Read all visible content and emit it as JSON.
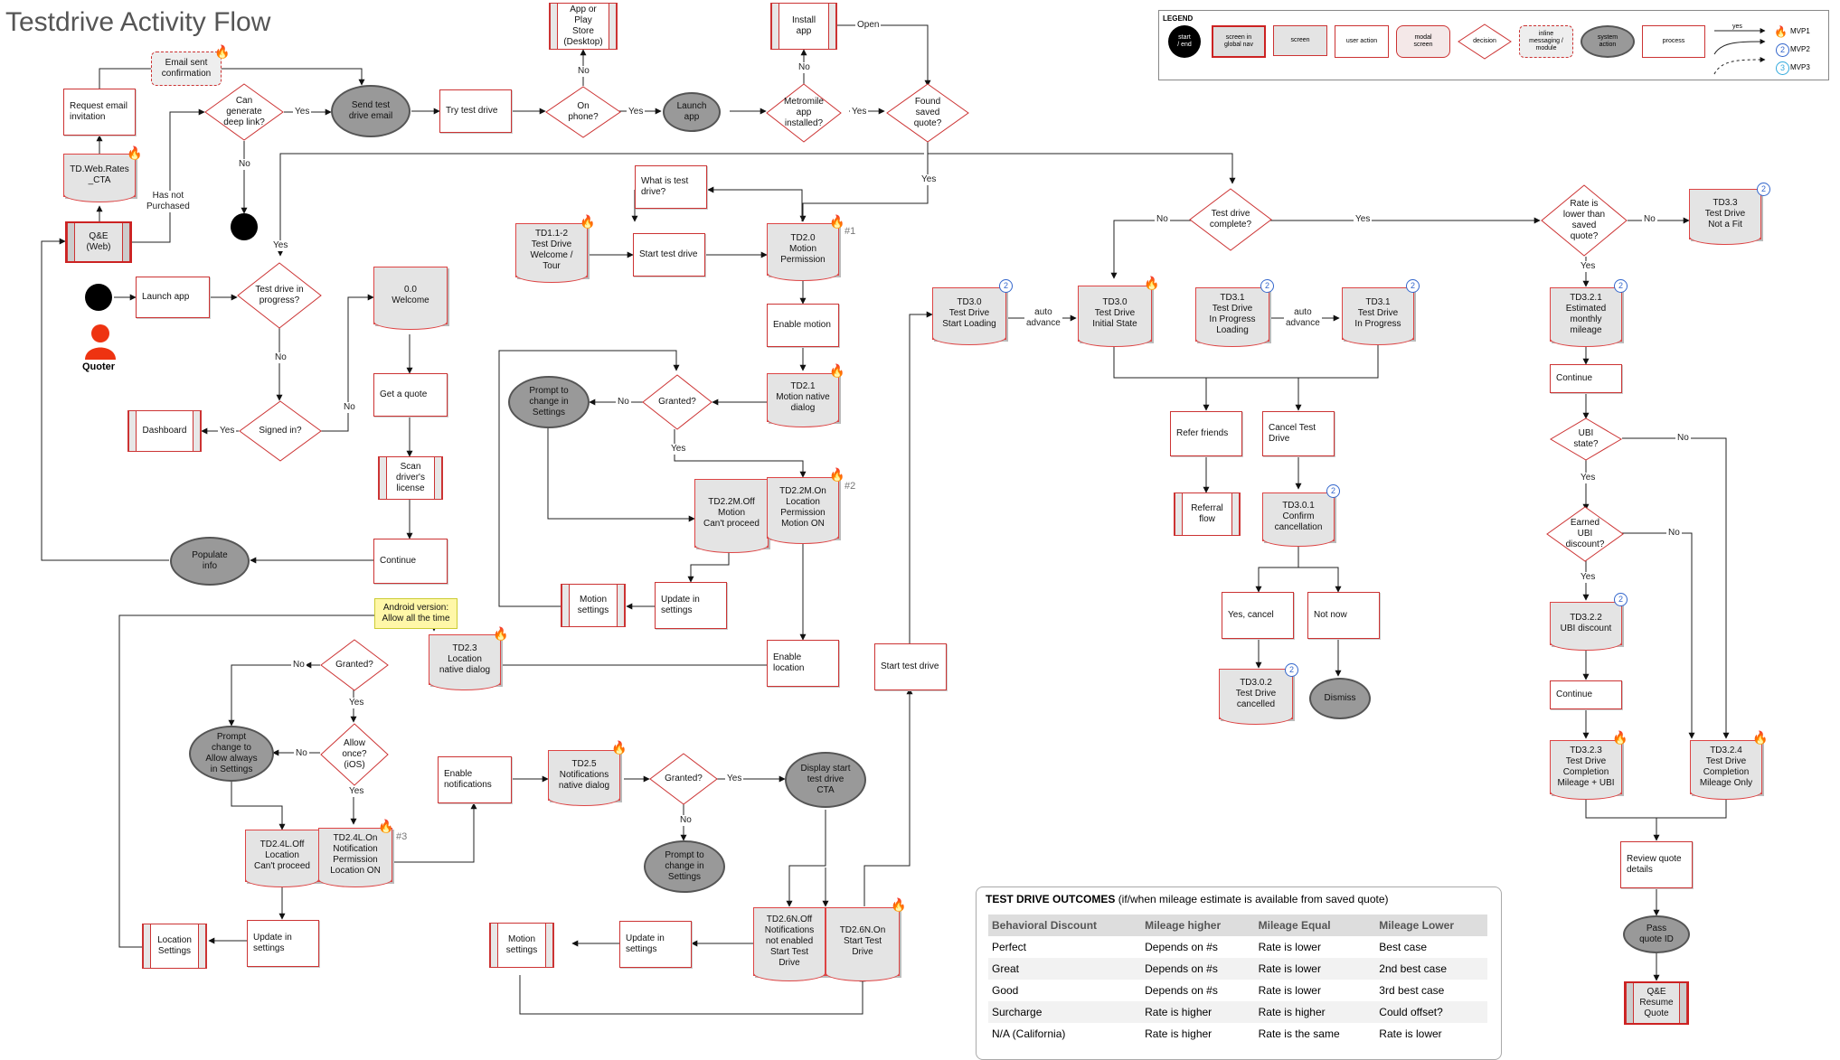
{
  "title": "Testdrive Activity Flow",
  "legend": {
    "heading": "LEGEND",
    "start_end": "start\n/ end",
    "screen_gnav": "screen in\nglobal nav",
    "screen": "screen",
    "user_action": "user action",
    "modal": "modal\nscreen",
    "decision": "decision",
    "inline": "inline\nmessaging /\nmodule",
    "system": "system\naction",
    "process": "process",
    "yes": "yes",
    "mvp1": "MVP1",
    "mvp2": "MVP2",
    "mvp3": "MVP3",
    "badge2": "2",
    "badge3": "3"
  },
  "actor": "Quoter",
  "badge": "2",
  "nodes": {
    "request_email": "Request email\ninvitation",
    "email_sent": "Email sent\nconfirmation",
    "can_generate": "Can\ngenerate\ndeep link?",
    "send_test_email": "Send test\ndrive email",
    "try_test_drive": "Try test drive",
    "on_phone": "On\nphone?",
    "app_store": "App or\nPlay\nStore\n(Desktop)",
    "launch_app_top": "Launch\napp",
    "metromile_installed": "Metromile\napp\ninstalled?",
    "install_app": "Install\napp",
    "found_saved": "Found\nsaved\nquote?",
    "td_web_rates": "TD.Web.Rates\n_CTA",
    "qe_web": "Q&E\n(Web)",
    "launch_app": "Launch app",
    "td_in_progress": "Test drive in\nprogress?",
    "welcome": "0.0\nWelcome",
    "get_quote": "Get a quote",
    "scan_license": "Scan\ndriver's\nlicense",
    "continue_left": "Continue",
    "populate_info": "Populate\ninfo",
    "dashboard": "Dashboard",
    "signed_in": "Signed in?",
    "what_is_td": "What is test\ndrive?",
    "td11": "TD1.1-2\nTest Drive\nWelcome /\nTour",
    "start_td_small": "Start test drive",
    "td20": "TD2.0\nMotion\nPermission",
    "enable_motion": "Enable motion",
    "td21": "TD2.1\nMotion native\ndialog",
    "granted_motion": "Granted?",
    "prompt_motion_settings": "Prompt to\nchange in\nSettings",
    "td22m_off": "TD2.2M.Off\nMotion\nCan't proceed",
    "td22m_on": "TD2.2M.On\nLocation\nPermission\nMotion ON",
    "motion_settings_mid": "Motion\nsettings",
    "update_settings_mid": "Update in\nsettings",
    "enable_location": "Enable\nlocation",
    "android_note": "Android version:\nAllow all the time",
    "td23": "TD2.3\nLocation\nnative dialog",
    "granted_loc": "Granted?",
    "allow_once": "Allow\nonce?\n(iOS)",
    "prompt_allow_always": "Prompt\nchange to\nAllow always\nin Settings",
    "td24l_off": "TD2.4L.Off\nLocation\nCan't proceed",
    "td24l_on": "TD2.4L.On\nNotification\nPermission\nLocation ON",
    "update_settings_loc": "Update in\nsettings",
    "location_settings": "Location\nSettings",
    "enable_notifications": "Enable\nnotifications",
    "td25": "TD2.5\nNotifications\nnative dialog",
    "granted_notif": "Granted?",
    "display_start_cta": "Display start\ntest drive\nCTA",
    "prompt_notif_settings": "Prompt to\nchange in\nSettings",
    "td26n_off": "TD2.6N.Off\nNotifications\nnot enabled\nStart Test\nDrive",
    "td26n_on": "TD2.6N.On\nStart Test\nDrive",
    "update_settings_bottom": "Update in\nsettings",
    "motion_settings_bottom": "Motion\nsettings",
    "start_td_mid": "Start test drive",
    "td30_loading": "TD3.0\nTest Drive\nStart Loading",
    "td30_initial": "TD3.0\nTest Drive\nInitial State",
    "td31_loading": "TD3.1\nTest Drive\nIn Progress\nLoading",
    "td31_progress": "TD3.1\nTest Drive\nIn Progress",
    "td_complete": "Test drive\ncomplete?",
    "refer_friends": "Refer friends",
    "referral_flow": "Referral\nflow",
    "cancel_td": "Cancel Test\nDrive",
    "td301": "TD3.0.1\nConfirm\ncancellation",
    "yes_cancel": "Yes, cancel",
    "not_now": "Not now",
    "td302": "TD3.0.2\nTest Drive\ncancelled",
    "dismiss": "Dismiss",
    "rate_lower": "Rate is\nlower than\nsaved\nquote?",
    "td33": "TD3.3\nTest Drive\nNot a Fit",
    "td321": "TD3.2.1\nEstimated\nmonthly\nmileage",
    "continue_r1": "Continue",
    "ubi_state": "UBI\nstate?",
    "earned_ubi": "Earned\nUBI\ndiscount?",
    "td322": "TD3.2.2\nUBI discount",
    "continue_r2": "Continue",
    "td323": "TD3.2.3\nTest Drive\nCompletion\nMileage + UBI",
    "td324": "TD3.2.4\nTest Drive\nCompletion\nMileage Only",
    "review_quote": "Review quote\ndetails",
    "pass_quote_id": "Pass\nquote ID",
    "qe_resume": "Q&E\nResume\nQuote"
  },
  "labels": {
    "yes": "Yes",
    "no": "No",
    "open": "Open",
    "has_not_purchased": "Has not\nPurchased",
    "auto_advance": "auto\nadvance"
  },
  "tags": {
    "t1": "#1",
    "t2": "#2",
    "t3": "#3"
  },
  "outcomes": {
    "title": "TEST DRIVE OUTCOMES",
    "subtitle": "(if/when mileage estimate is available from saved quote)",
    "headers": [
      "Behavioral Discount",
      "Mileage higher",
      "Mileage Equal",
      "Mileage Lower"
    ],
    "rows": [
      [
        "Perfect",
        "Depends on #s",
        "Rate is lower",
        "Best case"
      ],
      [
        "Great",
        "Depends on #s",
        "Rate is lower",
        "2nd best case"
      ],
      [
        "Good",
        "Depends on #s",
        "Rate is lower",
        "3rd best case"
      ],
      [
        "Surcharge",
        "Rate is higher",
        "Rate is higher",
        "Could offset?"
      ],
      [
        "N/A (California)",
        "Rate is higher",
        "Rate is the same",
        "Rate is lower"
      ]
    ]
  },
  "colors": {
    "accent_red": "#cc3333",
    "screen_gray": "#e4e4e4",
    "system_gray": "#999999",
    "mvp2_blue": "#3366cc",
    "mvp3_cyan": "#33aadd",
    "note_yellow": "#fff7a8"
  }
}
